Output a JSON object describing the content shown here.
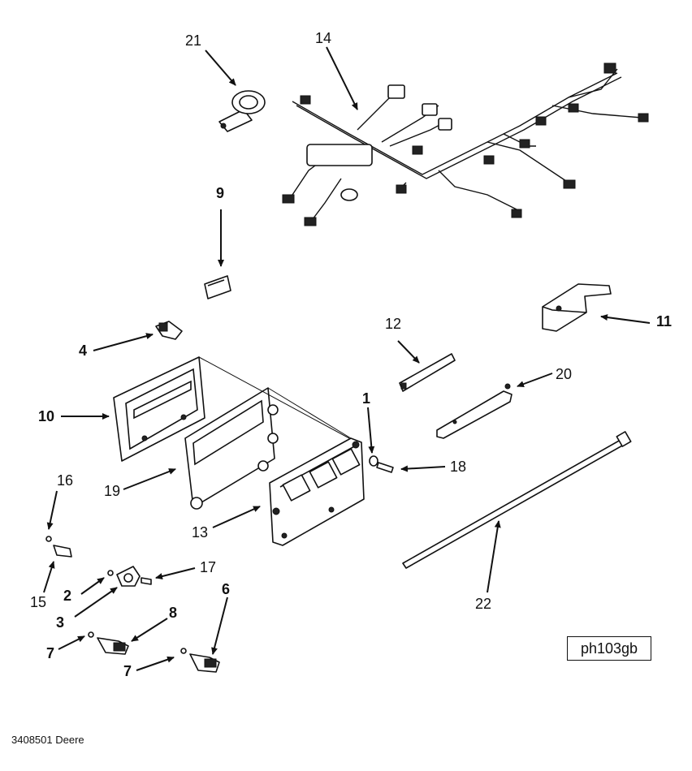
{
  "callouts": {
    "c1": "1",
    "c2": "2",
    "c3": "3",
    "c4": "4",
    "c6": "6",
    "c7a": "7",
    "c7b": "7",
    "c8": "8",
    "c9": "9",
    "c10": "10",
    "c11": "11",
    "c12": "12",
    "c13": "13",
    "c14": "14",
    "c15": "15",
    "c16": "16",
    "c17": "17",
    "c18": "18",
    "c19": "19",
    "c20": "20",
    "c21": "21",
    "c22": "22"
  },
  "reference_code": "ph103gb",
  "footer": "3408501 Deere"
}
